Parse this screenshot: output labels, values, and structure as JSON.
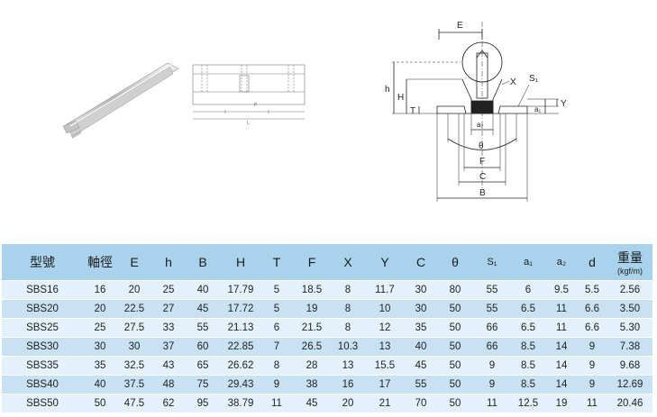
{
  "drawing": {
    "section_labels": {
      "E": "E",
      "h": "h",
      "H": "H",
      "T": "T",
      "X": "X",
      "S1": "S₁",
      "a1": "a₁",
      "Y": "Y",
      "a2": "a₂",
      "theta": "θ",
      "F": "F",
      "C": "C",
      "B": "B"
    },
    "side_labels": {
      "p": "P",
      "ll": "L"
    }
  },
  "table": {
    "headers": [
      {
        "label": "型號"
      },
      {
        "label": "軸徑"
      },
      {
        "label": "E"
      },
      {
        "label": "h"
      },
      {
        "label": "B"
      },
      {
        "label": "H"
      },
      {
        "label": "T"
      },
      {
        "label": "F"
      },
      {
        "label": "X"
      },
      {
        "label": "Y"
      },
      {
        "label": "C"
      },
      {
        "label": "θ"
      },
      {
        "label": "S₁"
      },
      {
        "label": "a₁"
      },
      {
        "label": "a₂"
      },
      {
        "label": "d"
      },
      {
        "label": "重量",
        "sub": "(kgf/m)"
      }
    ],
    "rows": [
      [
        "SBS16",
        "16",
        "20",
        "25",
        "40",
        "17.79",
        "5",
        "18.5",
        "8",
        "11.7",
        "30",
        "80",
        "55",
        "6",
        "9.5",
        "5.5",
        "2.56"
      ],
      [
        "SBS20",
        "20",
        "22.5",
        "27",
        "45",
        "17.72",
        "5",
        "19",
        "8",
        "10",
        "30",
        "50",
        "55",
        "6.5",
        "11",
        "6.6",
        "3.50"
      ],
      [
        "SBS25",
        "25",
        "27.5",
        "33",
        "55",
        "21.13",
        "6",
        "21.5",
        "8",
        "12",
        "35",
        "50",
        "66",
        "6.5",
        "11",
        "6.6",
        "5.30"
      ],
      [
        "SBS30",
        "30",
        "30",
        "37",
        "60",
        "22.85",
        "7",
        "26.5",
        "10.3",
        "13",
        "40",
        "50",
        "66",
        "8.5",
        "14",
        "9",
        "7.38"
      ],
      [
        "SBS35",
        "35",
        "32.5",
        "43",
        "65",
        "26.62",
        "8",
        "28",
        "13",
        "15.5",
        "45",
        "50",
        "9",
        "8.5",
        "14",
        "9",
        "9.68"
      ],
      [
        "SBS40",
        "40",
        "37.5",
        "48",
        "75",
        "29.43",
        "9",
        "38",
        "16",
        "17",
        "55",
        "50",
        "9",
        "8.5",
        "14",
        "9",
        "12.69"
      ],
      [
        "SBS50",
        "50",
        "47.5",
        "62",
        "95",
        "38.79",
        "11",
        "45",
        "20",
        "21",
        "70",
        "50",
        "11",
        "12.5",
        "19",
        "11",
        "20.46"
      ]
    ]
  }
}
